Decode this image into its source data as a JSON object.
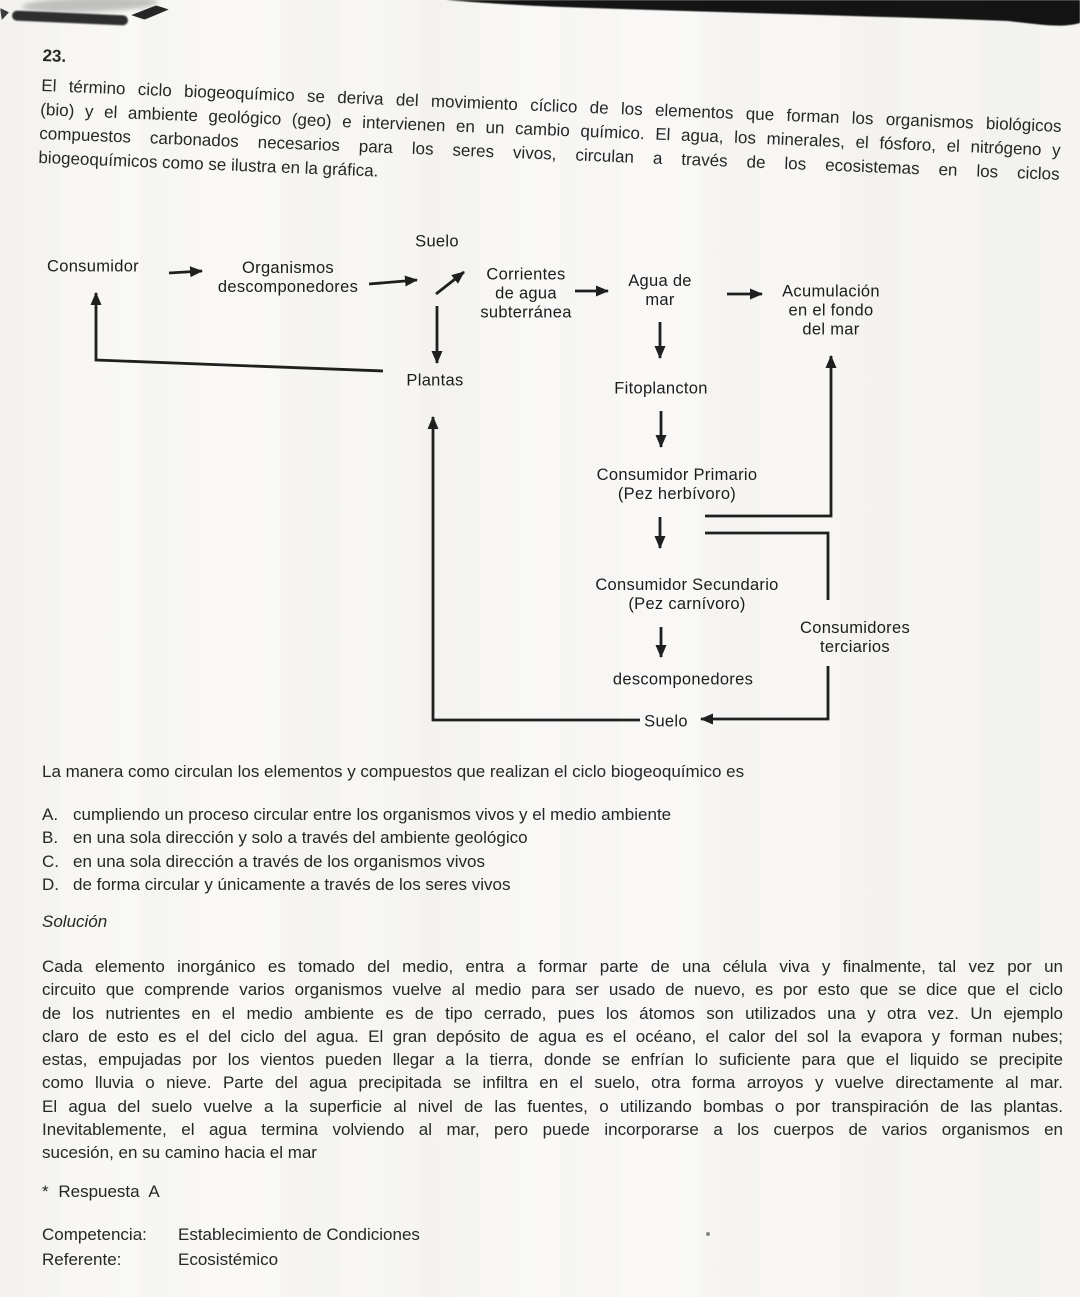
{
  "page": {
    "question_number": "23.",
    "answer_marker": "* Respuesta A"
  },
  "intro": {
    "lines": [
      "El término ciclo biogeoquímico se deriva del movimiento cíclico de los elementos que forman los organismos biológicos",
      "(bio) y el ambiente geológico (geo) e intervienen en un cambio químico. El agua, los minerales, el fósforo, el nitrógeno y",
      "compuestos carbonados necesarios para los seres vivos, circulan a través de los ecosistemas en los ciclos",
      "biogeoquímicos como se ilustra en la gráfica."
    ]
  },
  "diagram": {
    "nodes": {
      "suelo_top": "Suelo",
      "consumidor": "Consumidor",
      "organismos": "Organismos\ndescomponedores",
      "corrientes": "Corrientes\nde agua\nsubterránea",
      "agua_mar": "Agua de\nmar",
      "acumulacion": "Acumulación\nen el fondo\ndel mar",
      "plantas": "Plantas",
      "fitoplancton": "Fitoplancton",
      "consumidor_primario": "Consumidor Primario\n(Pez herbívoro)",
      "consumidor_secundario": "Consumidor Secundario\n(Pez carnívoro)",
      "consumidores_terciarios": "Consumidores\nterciarios",
      "descomponedores": "descomponedores",
      "suelo_bottom": "Suelo"
    }
  },
  "question": {
    "stem": "La manera como circulan los elementos y compuestos que realizan el ciclo biogeoquímico  es",
    "options": [
      {
        "letter": "A.",
        "text": "cumpliendo un proceso circular entre los organismos vivos y el medio ambiente"
      },
      {
        "letter": "B.",
        "text": "en una sola dirección y solo a través del ambiente geológico"
      },
      {
        "letter": "C.",
        "text": "en una sola dirección a través de los organismos vivos"
      },
      {
        "letter": "D.",
        "text": "de forma circular y únicamente a través de los seres vivos"
      }
    ]
  },
  "solution": {
    "heading": "Solución",
    "lines": [
      "Cada elemento inorgánico es tomado del medio, entra a formar parte de una célula viva y finalmente, tal vez por un",
      "circuito que comprende varios organismos vuelve al medio para ser usado de nuevo, es por esto que se dice que el ciclo",
      "de los nutrientes en el medio ambiente es de tipo cerrado, pues los átomos son utilizados una y otra vez. Un ejemplo",
      "claro de esto es el del ciclo del agua. El gran depósito de agua es el océano, el calor del sol la evapora y forman nubes;",
      "estas, empujadas por los vientos pueden llegar a la tierra, donde se enfrían lo suficiente para que el liquido se precipite",
      "como lluvia o nieve. Parte del agua precipitada se infiltra en el suelo, otra forma arroyos y vuelve directamente al mar.",
      "El agua del suelo vuelve a la superficie al nivel de las fuentes, o utilizando bombas o por transpiración de las plantas.",
      "Inevitablemente, el agua termina volviendo al mar, pero puede incorporarse a los cuerpos de varios organismos en",
      "sucesión, en su camino hacia el mar"
    ]
  },
  "footer": {
    "competencia_label": "Competencia:",
    "competencia_value": "Establecimiento de Condiciones",
    "referente_label": "Referente:",
    "referente_value": "Ecosistémico"
  },
  "colors": {
    "ink": "#262626",
    "diagram_line": "#1f1f1f",
    "paper": "#f8f7f4",
    "scan_band": "#141414"
  }
}
